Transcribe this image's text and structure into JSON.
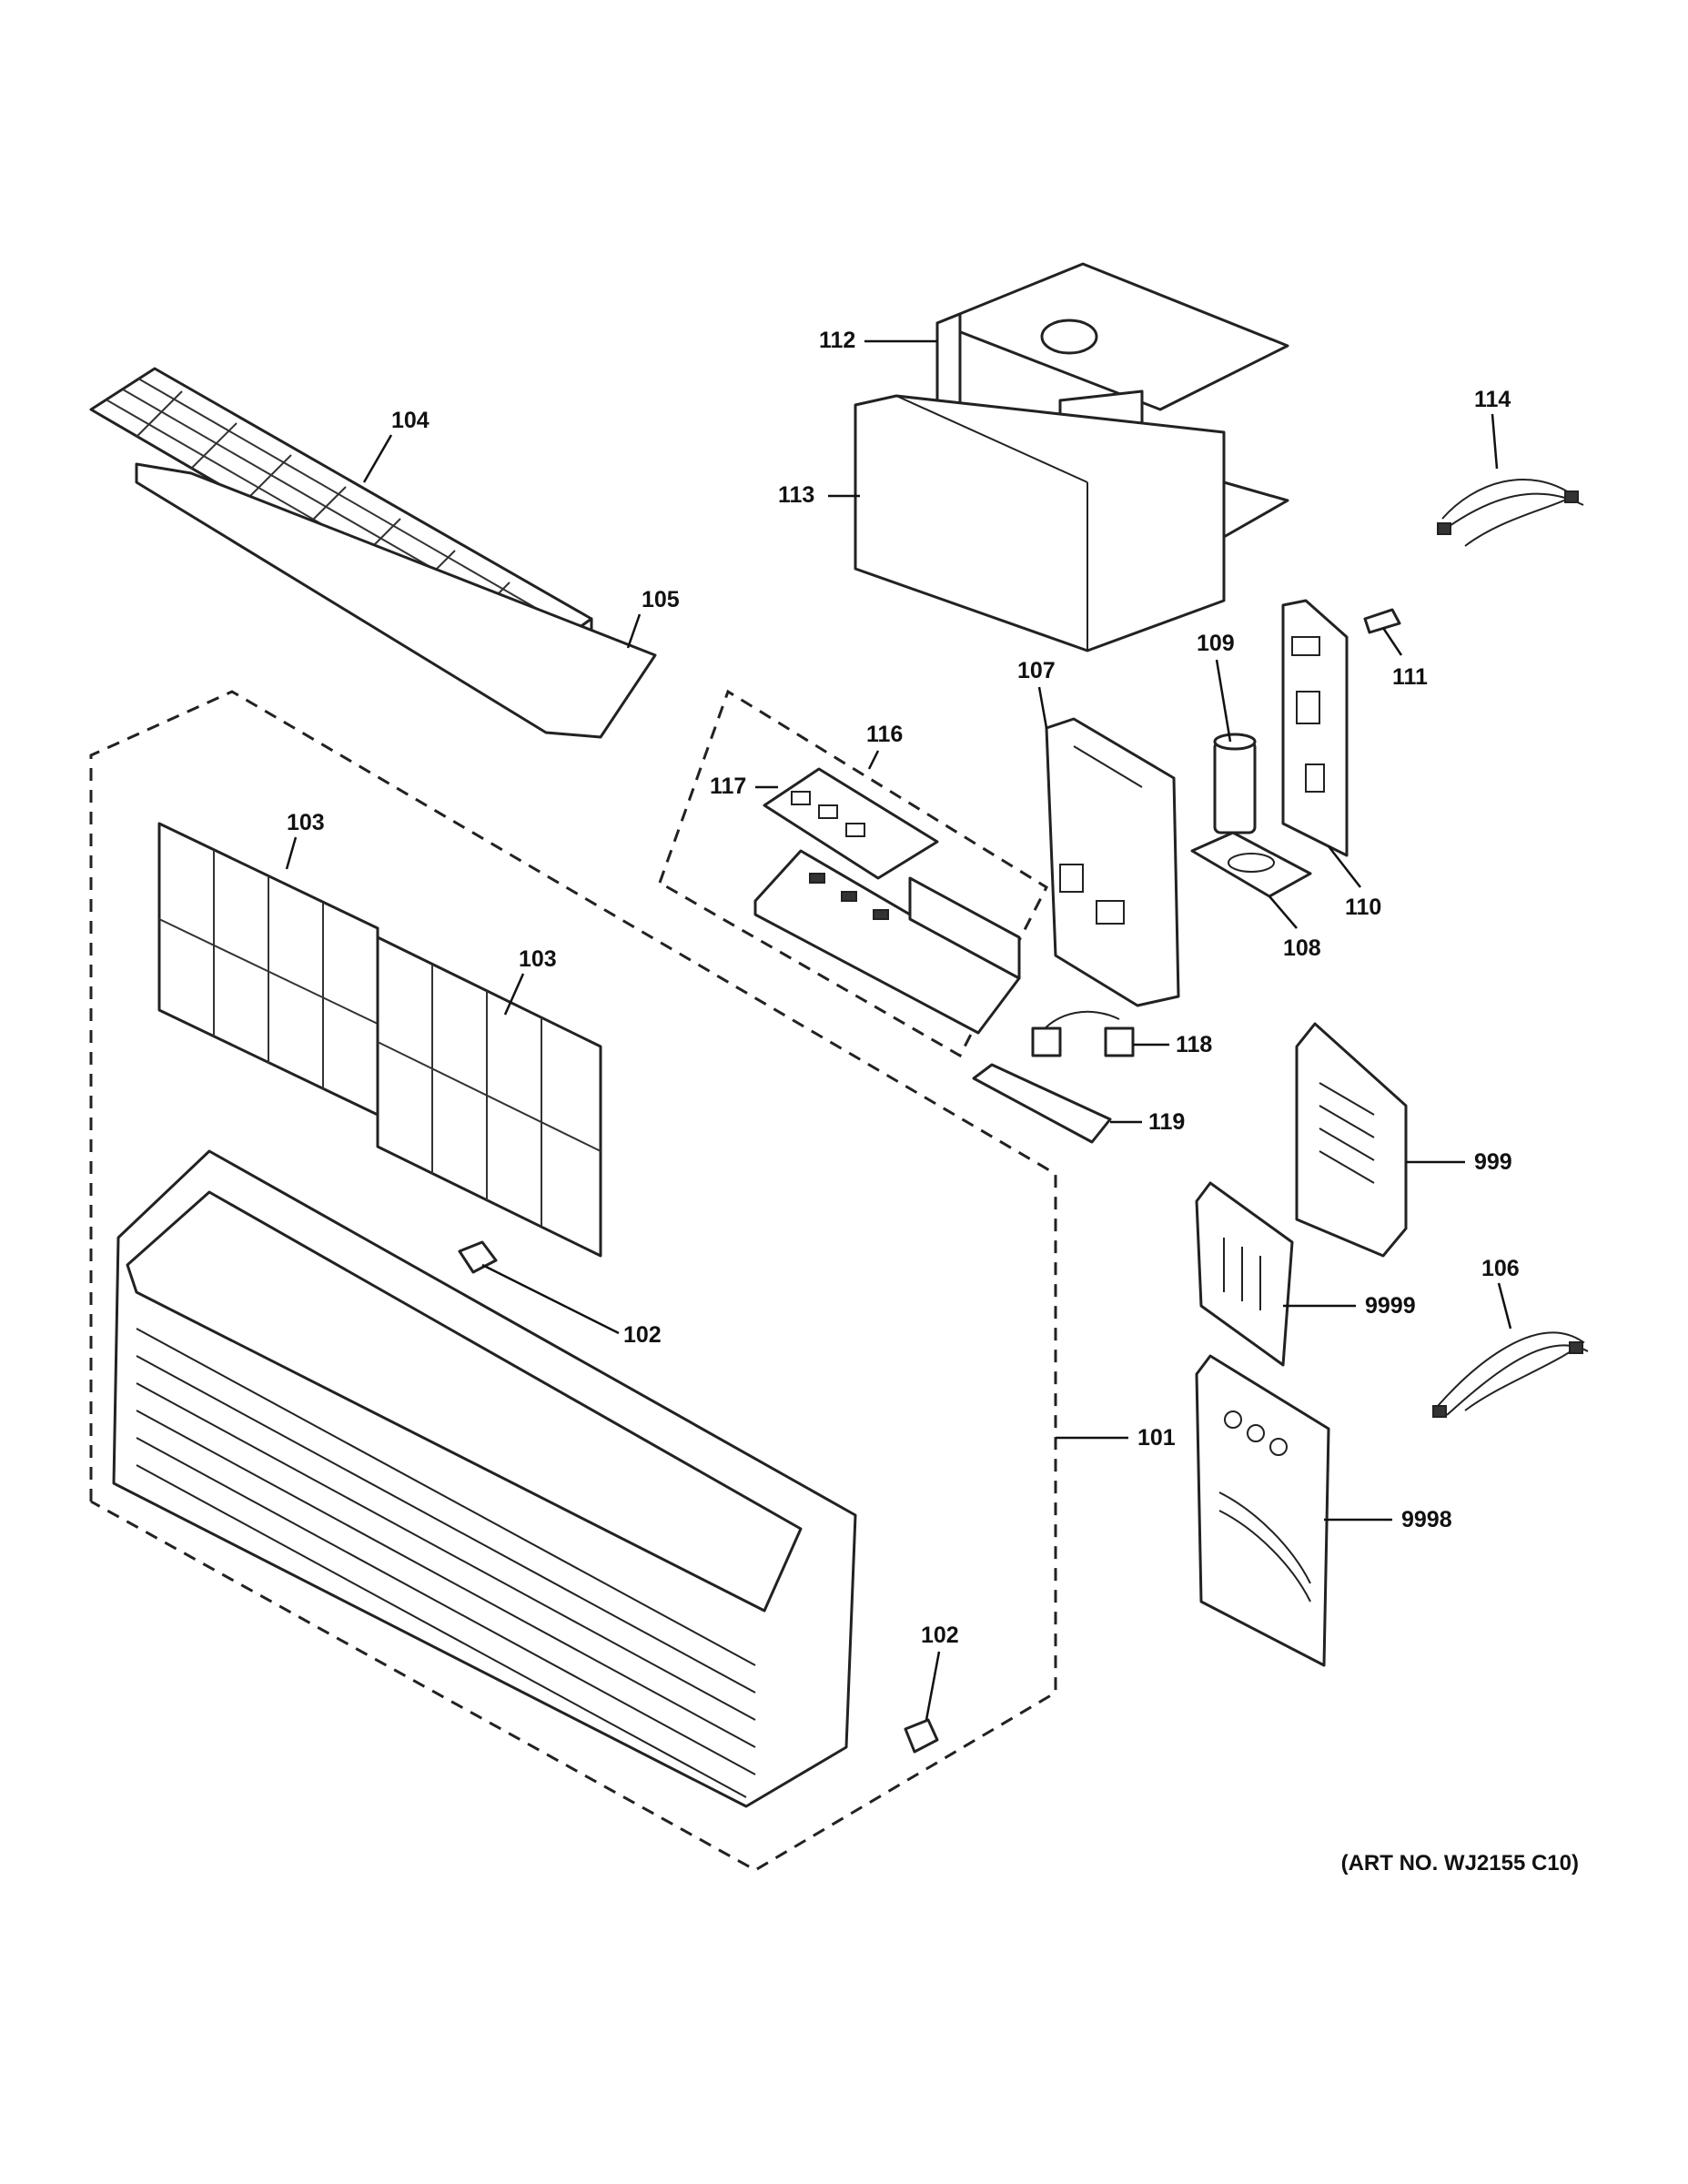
{
  "labels": {
    "p101": "101",
    "p102a": "102",
    "p102b": "102",
    "p103a": "103",
    "p103b": "103",
    "p104": "104",
    "p105": "105",
    "p106": "106",
    "p107": "107",
    "p108": "108",
    "p109": "109",
    "p110": "110",
    "p111": "111",
    "p112": "112",
    "p113": "113",
    "p114": "114",
    "p116": "116",
    "p117": "117",
    "p118": "118",
    "p119": "119",
    "p999": "999",
    "p9998": "9998",
    "p9999": "9999"
  },
  "art_number": "(ART NO. WJ2155 C10)",
  "colors": {
    "line": "#222222",
    "background": "#ffffff"
  }
}
